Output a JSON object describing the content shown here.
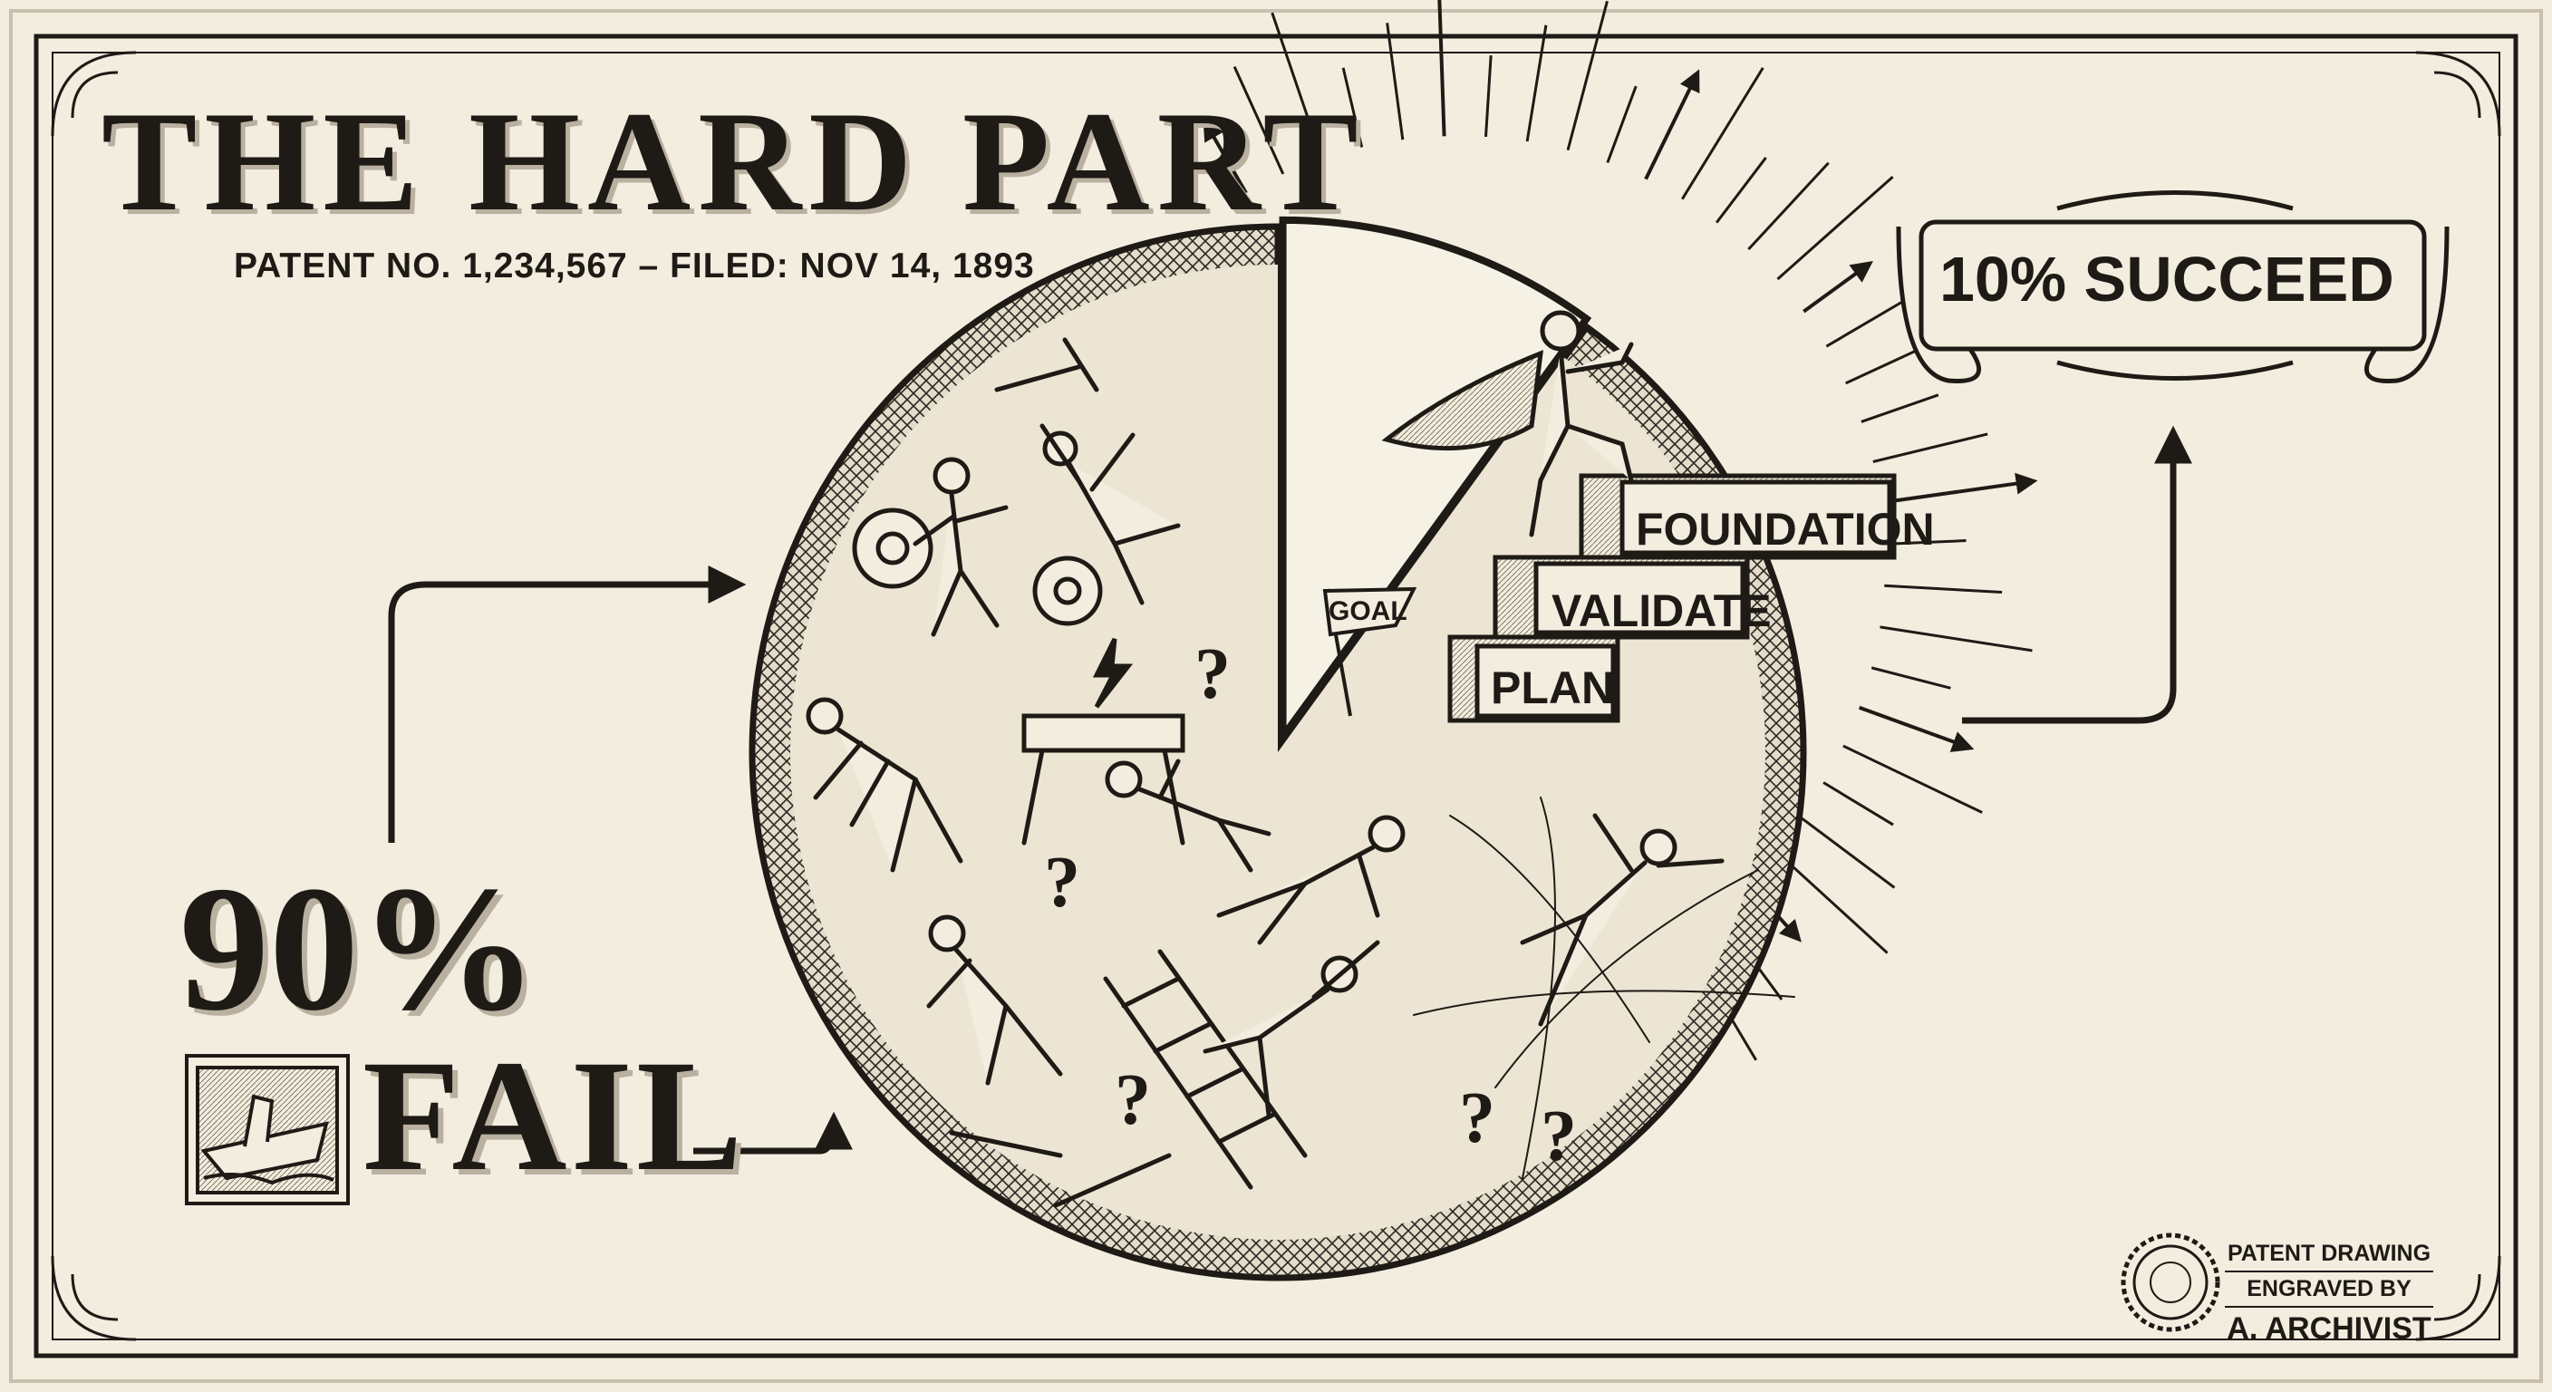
{
  "title": "THE HARD PART",
  "patent_line": "PATENT NO. 1,234,567 – FILED: NOV 14, 1893",
  "fail_percent": "90%",
  "fail_label": "FAIL",
  "success_banner": "10% SUCCEED",
  "steps": [
    "FOUNDATION",
    "VALIDATE",
    "PLAN"
  ],
  "goal_flag": "GOAL",
  "credit": {
    "line1": "PATENT DRAWING",
    "line2": "ENGRAVED BY",
    "line3": "A. ARCHIVIST"
  },
  "colors": {
    "paper": "#f3eddf",
    "ink": "#1e1a15",
    "shadow": "#b9b0a0"
  },
  "icons": [
    "sinking-ship-icon",
    "gear-icon",
    "hammer-icon",
    "wrench-icon",
    "ladder-icon",
    "barrier-icon",
    "question-mark-icon",
    "lightning-icon",
    "crack-web-icon",
    "sunburst-icon",
    "flag-icon",
    "seal-icon"
  ],
  "chart_data": {
    "type": "pie",
    "categories": [
      "FAIL",
      "SUCCEED"
    ],
    "values": [
      90,
      10
    ],
    "labels": [
      "90% FAIL",
      "10% SUCCEED"
    ],
    "exploded": "SUCCEED",
    "legend": "none"
  }
}
